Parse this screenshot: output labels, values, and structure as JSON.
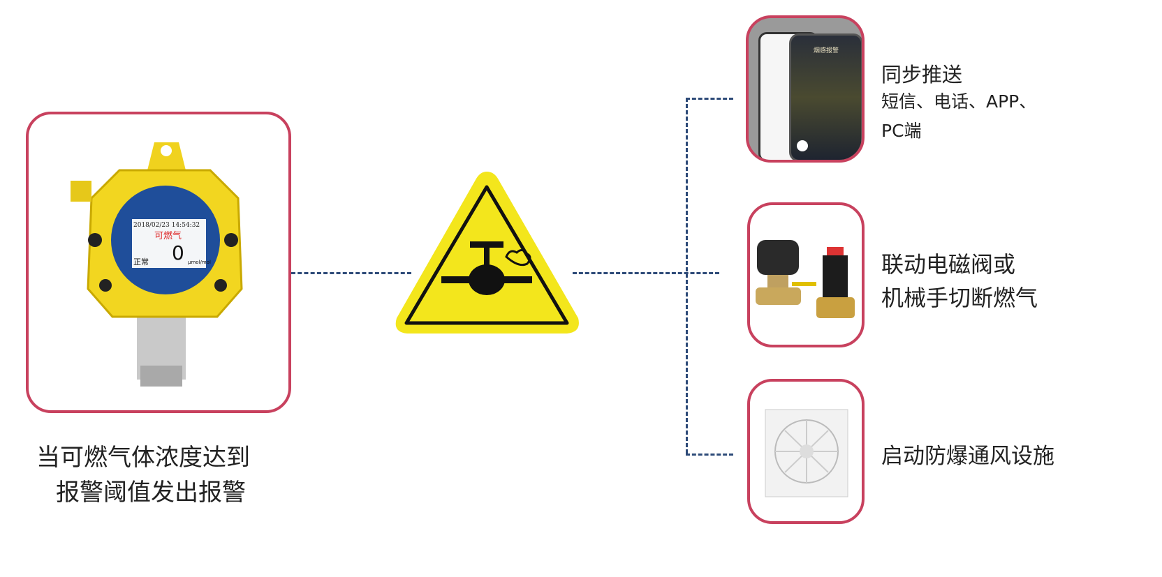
{
  "detector": {
    "screen_datetime": "2018/02/23 14:54:32",
    "screen_gas": "可燃气",
    "screen_value": "0",
    "screen_unit": "μmol/mol",
    "screen_status": "正常",
    "caption_line1": "当可燃气体浓度达到",
    "caption_line2": "报警阈值发出报警"
  },
  "warning_sign": {
    "icon": "gas-leak-valve-warning-icon",
    "color": "#f3e61c"
  },
  "outputs": [
    {
      "title": "同步推送",
      "line2": "短信、电话、APP、",
      "line3": "PC端",
      "phone_screen_title": "烟感报警"
    },
    {
      "line1": "联动电磁阀或",
      "line2": "机械手切断燃气"
    },
    {
      "line1": "启动防爆通风设施"
    }
  ],
  "colors": {
    "border": "#c8415e",
    "connector": "#2d4a78"
  }
}
